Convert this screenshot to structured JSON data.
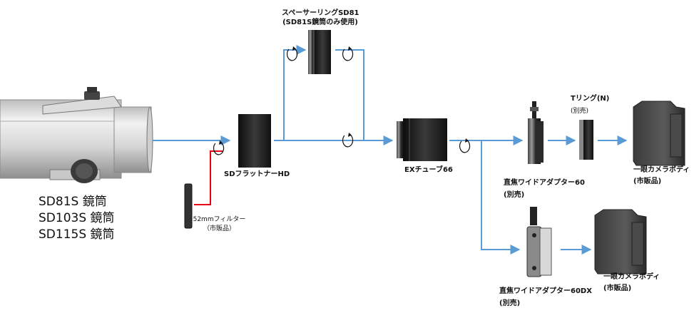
{
  "telescope": {
    "lines": [
      "SD81S 鏡筒",
      "SD103S 鏡筒",
      "SD115S 鏡筒"
    ]
  },
  "spacer": {
    "name": "スペーサーリングSD81",
    "note": "(SD81S鏡筒のみ使用)"
  },
  "flattener": {
    "name": "SDフラットナーHD"
  },
  "filter": {
    "name": "52mmフィルター",
    "note": "（市販品）"
  },
  "ex_tube": {
    "name": "EXチューブ66"
  },
  "adapter60": {
    "name": "直焦ワイドアダプター60",
    "note": "(別売)"
  },
  "adapter60dx": {
    "name": "直焦ワイドアダプター60DX",
    "note": "(別売)"
  },
  "t_ring": {
    "name": "Tリング(N)",
    "note": "(別売)"
  },
  "camera_top": {
    "name": "一眼カメラボディ",
    "note": "(市販品)"
  },
  "camera_bottom": {
    "name": "一眼カメラボディ",
    "note": "(市販品)"
  },
  "colors": {
    "arrow": "#5b9bd5",
    "filter_line": "#e60012",
    "part_dark": "#1a1a1a",
    "tube": "#e2e2e2"
  },
  "icons": [
    "rotate-icon"
  ]
}
